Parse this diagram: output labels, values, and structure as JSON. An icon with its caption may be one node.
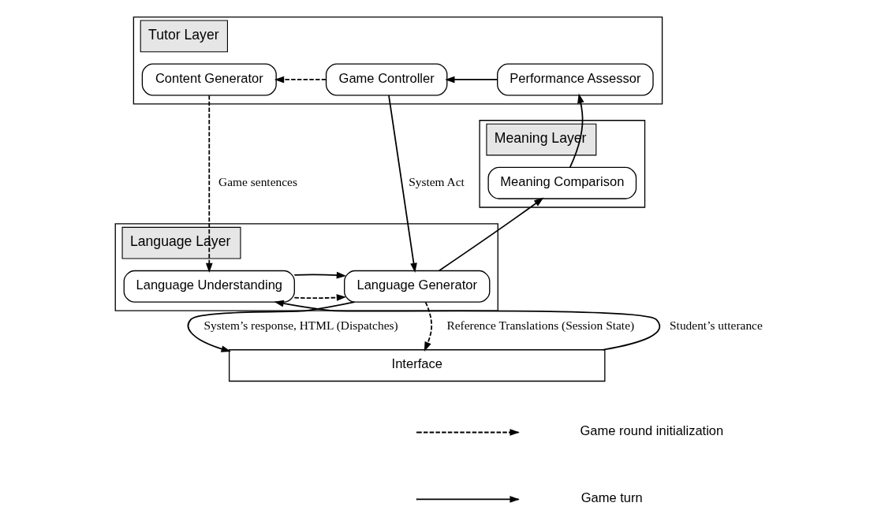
{
  "diagram": {
    "nodes": [
      {
        "text": [
          "Tutor Layer"
        ]
      },
      {
        "text": [
          "Content Generator"
        ],
        "in": 0
      },
      {
        "text": [
          "Game Controller"
        ],
        "in": 0
      },
      {
        "text": [
          "Performance Assessor"
        ],
        "in": 0
      },
      {
        "text": [
          "Meaning Layer"
        ]
      },
      {
        "text": [
          "Meaning Comparison"
        ],
        "in": 4
      },
      {
        "text": [
          "Language Layer"
        ]
      },
      {
        "text": [
          "Language Understanding"
        ],
        "in": 6
      },
      {
        "text": [
          "Language Generator"
        ],
        "in": 6
      },
      {
        "text": [
          "Interface"
        ]
      }
    ],
    "edges": [
      {
        "from": 2,
        "to": 1,
        "arrow": "to",
        "style": "dashed"
      },
      {
        "from": 3,
        "to": 2,
        "arrow": "to"
      },
      {
        "from": 1,
        "to": 7,
        "arrow": "to",
        "style": "dashed",
        "label": "Game sentences"
      },
      {
        "from": 2,
        "to": 8,
        "arrow": "to",
        "label": "System Act"
      },
      {
        "from": 5,
        "to": 3,
        "arrow": "to"
      },
      {
        "from": 8,
        "to": 5,
        "arrow": "to"
      },
      {
        "from": 7,
        "to": 8,
        "arrow": "to",
        "style": "dashed"
      },
      {
        "from": 7,
        "to": 8,
        "arrow": "to"
      },
      {
        "from": 9,
        "to": 7,
        "arrow": "to",
        "label": "Student’s utterance"
      },
      {
        "from": 8,
        "to": 9,
        "arrow": "to",
        "style": "dashed",
        "label": "Reference Translations (Session State)"
      },
      {
        "from": 8,
        "to": 9,
        "arrow": "to",
        "label": "System’s response, HTML (Dispatches)"
      }
    ],
    "legend": [
      {
        "text": "Game round initialization"
      },
      {
        "text": "Game turn"
      }
    ]
  }
}
